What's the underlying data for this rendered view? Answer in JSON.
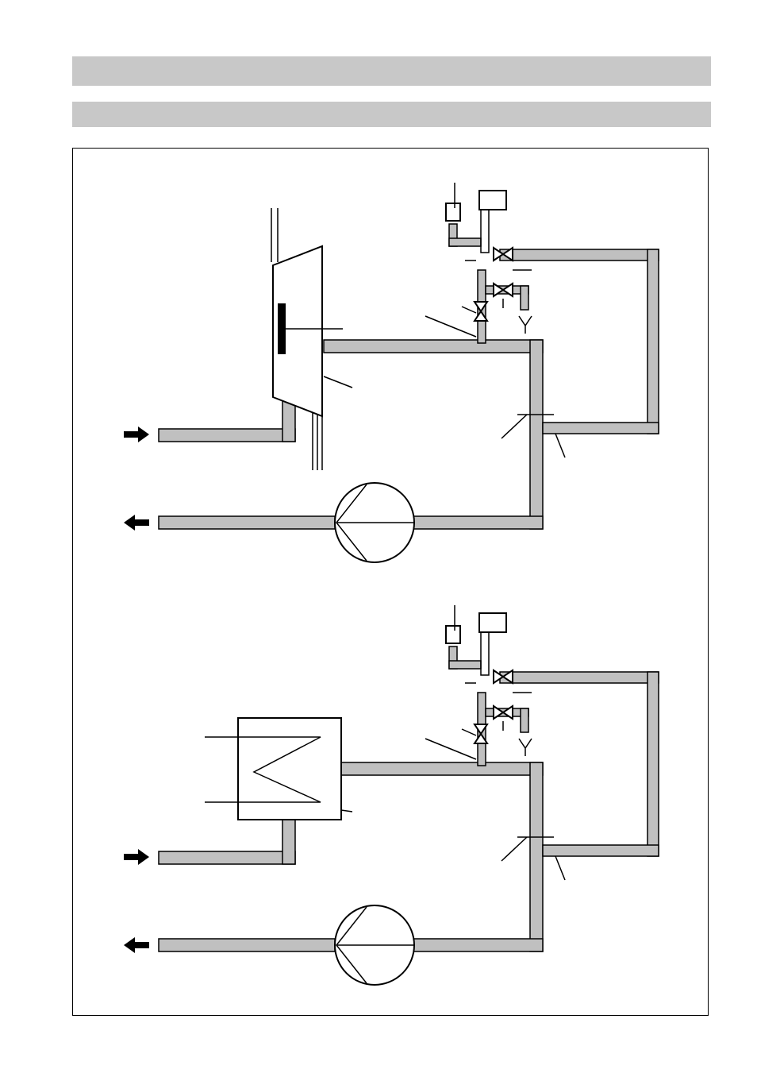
{
  "page": {
    "header_title": "",
    "header_subtitle": ""
  },
  "colors": {
    "header_bar": "#c8c8c8",
    "pipe_fill": "#c0c0c0",
    "line": "#000000"
  },
  "diagrams": [
    {
      "id": "upper",
      "source_component": "tank"
    },
    {
      "id": "lower",
      "source_component": "heat-exchanger"
    }
  ],
  "icons": [
    "flow-in-arrow-icon",
    "flow-out-arrow-icon",
    "pump-icon",
    "valve-icon",
    "drain-icon"
  ]
}
